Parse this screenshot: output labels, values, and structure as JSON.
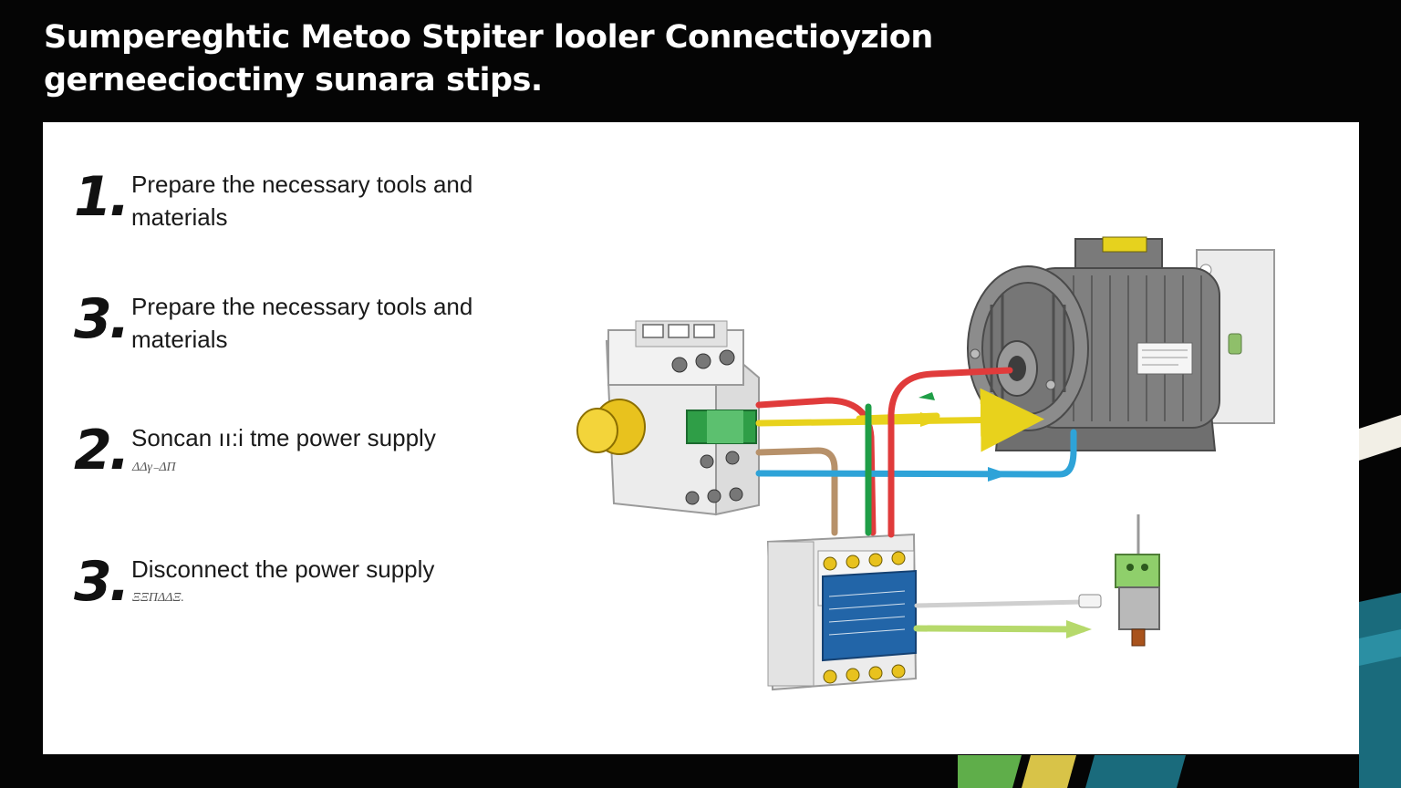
{
  "title": {
    "line1": "Sumpereghtic Metoo Stpiter looler Connectioyzion",
    "line2": "gerneecioctiny sunara stips."
  },
  "steps": [
    {
      "number": "1.",
      "text": "Prepare the necessary tools and materials",
      "sub": ""
    },
    {
      "number": "3.",
      "text": "Prepare the necessary tools and materials",
      "sub": ""
    },
    {
      "number": "2.",
      "text": "Soncan ıı:i tme power supply",
      "sub": "ΔΔγ₋ΔΠ"
    },
    {
      "number": "3.",
      "text": "Disconnect the power supply",
      "sub": "ΞΞΠΔΔΞ."
    }
  ],
  "wire_colors": {
    "red": "#e03b3b",
    "yellow": "#e8d21c",
    "green": "#1f9e47",
    "blue": "#2ea3d8",
    "brown": "#b7916a",
    "lightgreen": "#b6d96b"
  },
  "components": {
    "starter_switch": "starter-switch-icon",
    "motor": "electric-motor-icon",
    "breaker": "circuit-breaker-icon",
    "sensor": "sensor-plug-icon"
  }
}
